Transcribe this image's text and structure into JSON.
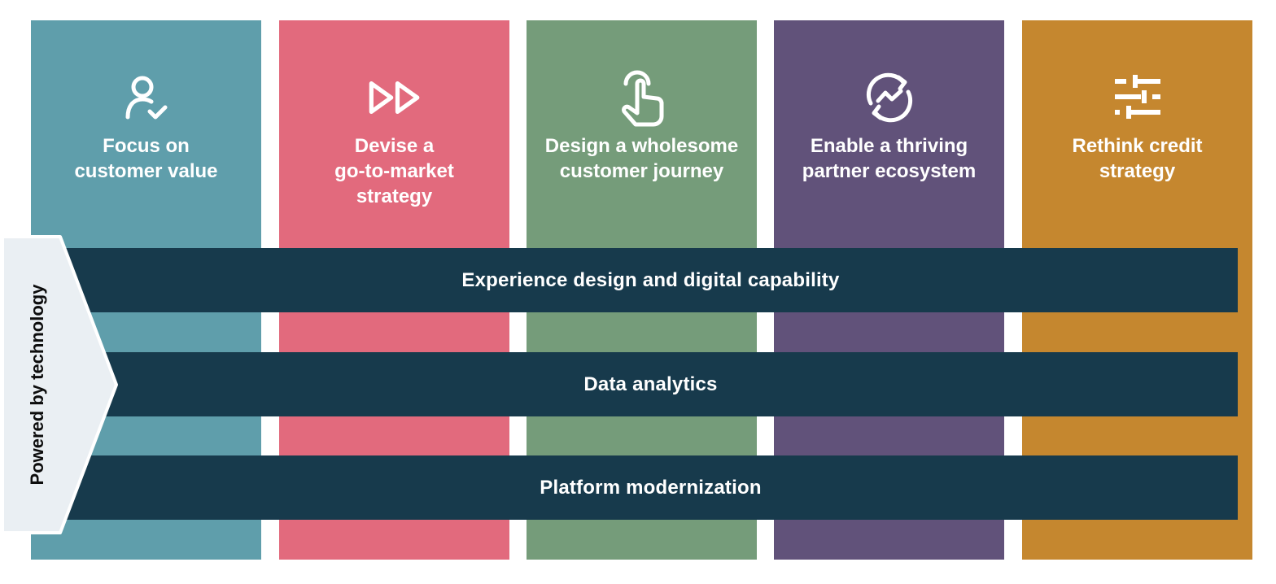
{
  "columns": [
    {
      "title": "Focus on\ncustomer value",
      "icon": "user-check-icon",
      "color": "#5f9eab"
    },
    {
      "title": "Devise a\ngo-to-market\nstrategy",
      "icon": "fast-forward-icon",
      "color": "#e26a7d"
    },
    {
      "title": "Design a wholesome\ncustomer journey",
      "icon": "touch-hand-icon",
      "color": "#759c7a"
    },
    {
      "title": "Enable a thriving\npartner ecosystem",
      "icon": "cycle-trend-icon",
      "color": "#61527a"
    },
    {
      "title": "Rethink credit\nstrategy",
      "icon": "sliders-icon",
      "color": "#c5872f"
    }
  ],
  "technology": {
    "label": "Powered by technology",
    "bands": [
      "Experience design and digital capability",
      "Data analytics",
      "Platform modernization"
    ],
    "band_color": "#173a4c",
    "tab_color": "#eaeff3"
  }
}
